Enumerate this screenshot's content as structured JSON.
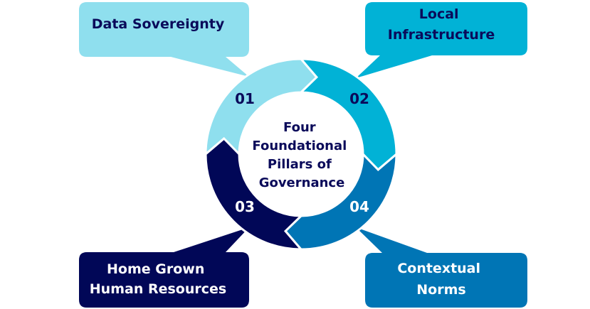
{
  "colors": {
    "pillar1": "#8fdfee",
    "pillar2": "#01b2d6",
    "pillar3": "#010757",
    "pillar4": "#0075b5",
    "dark_text": "#0a0a5a",
    "light_text": "#ffffff"
  },
  "center": {
    "lines": [
      "Four",
      "Foundational",
      "Pillars of",
      "Governance"
    ]
  },
  "pillars": [
    {
      "number": "01",
      "label_lines": [
        "Data Sovereignty"
      ]
    },
    {
      "number": "02",
      "label_lines": [
        "Local",
        "Infrastructure"
      ]
    },
    {
      "number": "03",
      "label_lines": [
        "Home Grown",
        "Human Resources"
      ]
    },
    {
      "number": "04",
      "label_lines": [
        "Contextual",
        "Norms"
      ]
    }
  ]
}
